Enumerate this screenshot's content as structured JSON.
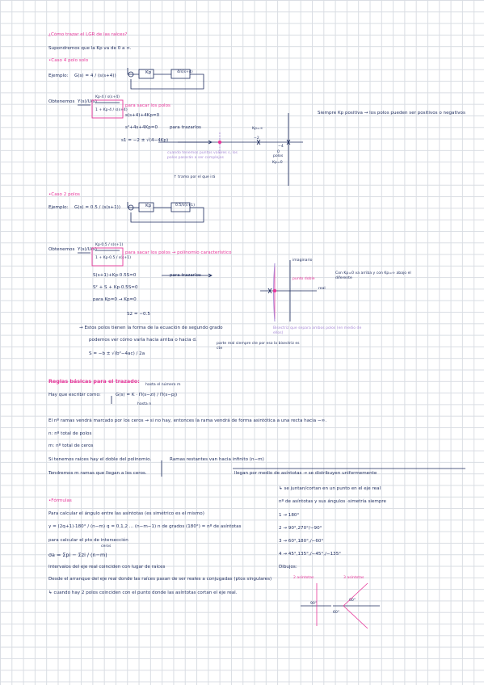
{
  "title": "¿Cómo trazar el LGR de las raíces?",
  "suponemos": "Supondremos que la Kp va de 0 a ∞.",
  "caso1": {
    "heading": "•Caso 4 polo solo",
    "ejemplo_label": "Ejemplo:",
    "ejemplo_expr": "G(s) = 4 / (s(s+4))",
    "bd_k": "Kp",
    "bd_g": "4/s(s+4)",
    "obtenemos": "Obtenemos",
    "frac": "Y(s)/U(s)",
    "eq1": "Kp·4 / s(s+4)",
    "eq2": "1 + Kp·4 / s(s+4)",
    "para_polos": "para sacar los polos",
    "char": "s(s+4)+4Kp=0",
    "siempre": "Siempre Kp positiva → los polos pueden ser positivos o negativos",
    "quad": "s²+4s+4Kp=0",
    "para_trazarlos": "para trazarlos",
    "roots": "s1 = −2 ± √(4−4Kp)",
    "kp_inf": "Kp=∞",
    "m2": "−2",
    "m4": "−4",
    "cero": "0",
    "polos": "polos",
    "kp0": "Kp=0",
    "note_lav": "cuando tenemos puntos valores s, los polos pasarán a ser complejos",
    "tramo": "↑ tramo por el que irá"
  },
  "caso2": {
    "heading": "•Caso 2 polos",
    "ejemplo_label": "Ejemplo:",
    "ejemplo_expr": "G(s) = 0.5 / (s(s+1))",
    "bd_k": "Kp",
    "bd_g": "0.5/s(s+1)",
    "obtenemos": "Obtenemos",
    "frac": "Y(s)/U(s)",
    "eq1": "Kp·0.5 / s(s+1)",
    "eq2": "1 + Kp·0.5 / s(s+1)",
    "para_polos": "para sacar los polos → polinomio característico",
    "char1": "S(s+1)+Kp·0.5S=0",
    "char2": "S² + S + Kp·0.5S=0",
    "para_trazarlos": "para trazarlos",
    "kp0": "para Kp=0 → Kp=0",
    "s2": "S2 = −0.5",
    "imag": "imaginario",
    "real": "real",
    "cond": "Con Kp=0 va arriba y con Kp=∞ abajo el diferente",
    "punto": "punto doble",
    "bisectriz": "Bisectriz que separa ambos polos (en medio de ellos)",
    "formula_note": "→ Estos polos tienen la forma de la ecuación de segundo grado",
    "podemos": "podemos ver cómo varía hacia arriba o hacia d.",
    "eqf": "S = −b ± √(b²−4ac) / 2a",
    "parte_real": "parte real siempre cte por eso la bisectriz es cte"
  },
  "reglas": {
    "title": "Reglas básicas para el trazado:",
    "escribir": "Hay que escribir como:",
    "gs": "G(s) = K · Π(s−zi) / Π(s−pj)",
    "hasta": "hasta el número m",
    "hasta_n": "hasta n",
    "nramas": "El nº ramas vendrá marcado por los ceros → si no hay, entonces la rama vendrá de forma asintótica a una recta hacia −∞.",
    "n_def": "n: nº total de polos",
    "m_def": "m: nº total de ceros",
    "ramas_inf": "Si tenemos raíces hay el doble del polinomio.",
    "ramas_inf2": "Ramas restantes van hacia infinito (n−m)",
    "tenemos": "Tendremos m ramas que llegan a los ceros.",
    "llegan": "llegan por medio de asíntotas → se distribuyen uniformemente",
    "sejuntan": "↳ se juntan/cortan en un punto en el eje real",
    "formulas": "•Fórmulas",
    "calcular": "Para calcular el ángulo entre las asíntotas (es simétrico es el mismo)",
    "gamma": "γ = (2q+1)·180° / (n−m)",
    "q_def": "q = 0,1,2 ... (n−m−1)",
    "ngrados": "n de grados (180°) = nº de asíntotas",
    "para_int": "para calcular el pto de intersección",
    "sigma": "σa = Σpi − Σzi / (n−m)",
    "ceros": "ceros",
    "intervalos": "Intervalos del eje real coinciden con lugar de raíces",
    "desde": "Desde el arranque del eje real donde las raíces pasan de ser reales a conjugadas (ptos singulares)",
    "doble": "↳ cuando hay 2 polos coinciden con el punto donde las asíntotas cortan el eje real.",
    "nasint": "nº de asíntotas y sus ángulos ·simetría siempre",
    "a1": "1 → 180°",
    "a2": "2 → 90°,270°/−90°",
    "a3": "3 → 60°,180°,/−60°",
    "a4": "4 → 45°,135°,/−45°,/−135°",
    "dibujos": "Dibujos:",
    "d1": "2 asíntotas",
    "d2": "3 asíntotas",
    "ang90": "90°",
    "ang60": "60°",
    "ang60b": "60°"
  }
}
